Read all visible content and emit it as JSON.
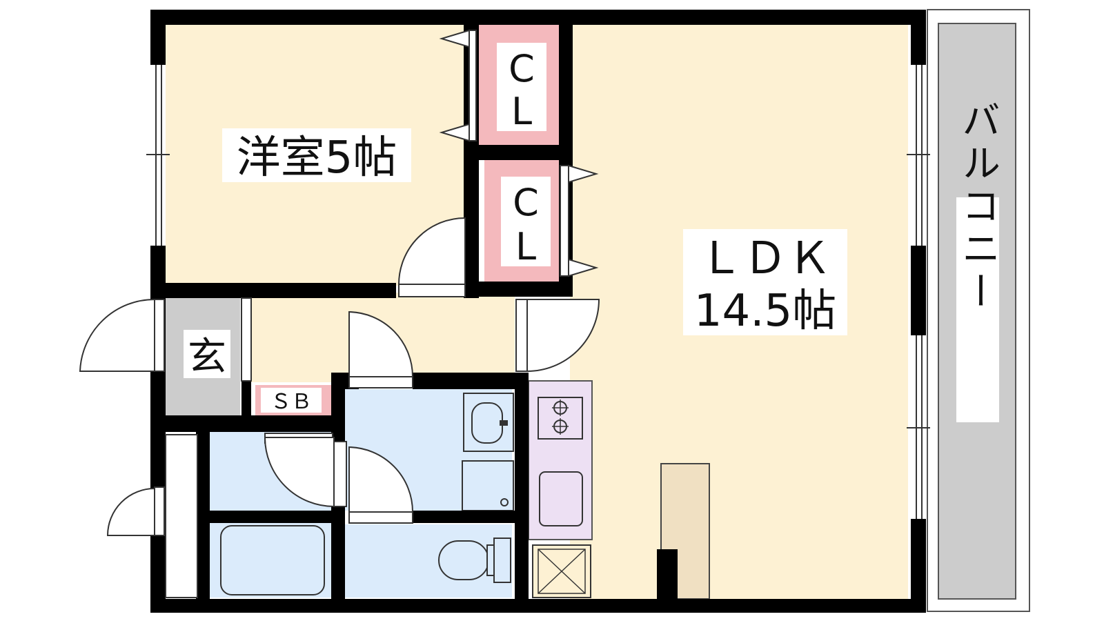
{
  "rooms": {
    "western_room": {
      "name": "洋室5帖"
    },
    "closet_upper": {
      "line1": "C",
      "line2": "L"
    },
    "closet_lower": {
      "line1": "C",
      "line2": "L"
    },
    "ldk": {
      "name": "ＬＤＫ",
      "size": "14.5帖"
    },
    "balcony": {
      "name": "バルコニー"
    },
    "entrance": {
      "name": "玄"
    },
    "shoe_box": {
      "name": "ＳＢ"
    }
  },
  "colors": {
    "floor": "#fdf1d3",
    "wall": "#000000",
    "closet": "#f4b9bd",
    "wet_area": "#dbebfb",
    "kitchen": "#ede0f3",
    "entrance": "#cccccc",
    "balcony": "#cccccc",
    "counter": "#f0e0c2"
  },
  "icons": [
    "door-swing-icon",
    "sliding-door-icon",
    "window-icon",
    "stove-icon",
    "sink-icon",
    "toilet-icon",
    "bathtub-icon",
    "washbasin-icon",
    "washer-pan-icon"
  ]
}
